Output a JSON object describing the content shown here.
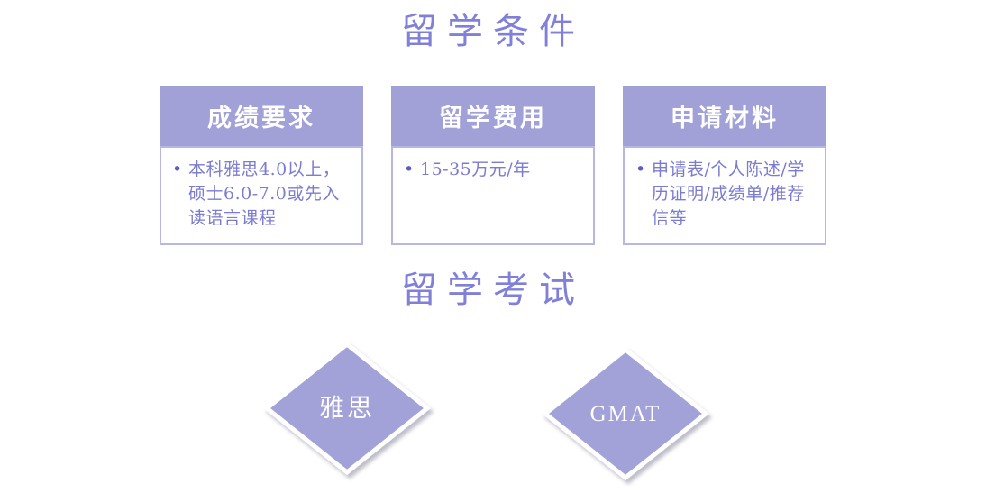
{
  "colors": {
    "accent_purple": "#a1a1d7",
    "diamond_purple": "#a2a2d8",
    "card_border_purple": "#b7b7e3",
    "title_text_purple": "#8080d8",
    "body_text_purple": "#7b7bd0",
    "bullet_purple": "#5c5cc0",
    "header_text_white": "#ffffff"
  },
  "sections": [
    {
      "title": "留学条件"
    },
    {
      "title": "留学考试"
    }
  ],
  "cards": [
    {
      "header": "成绩要求",
      "items": [
        "本科雅思4.0以上，硕士6.0-7.0或先入读语言课程"
      ]
    },
    {
      "header": "留学费用",
      "items": [
        "15-35万元/年"
      ]
    },
    {
      "header": "申请材料",
      "items": [
        "申请表/个人陈述/学历证明/成绩单/推荐信等"
      ]
    }
  ],
  "exams": [
    {
      "label": "雅思"
    },
    {
      "label": "GMAT"
    }
  ]
}
